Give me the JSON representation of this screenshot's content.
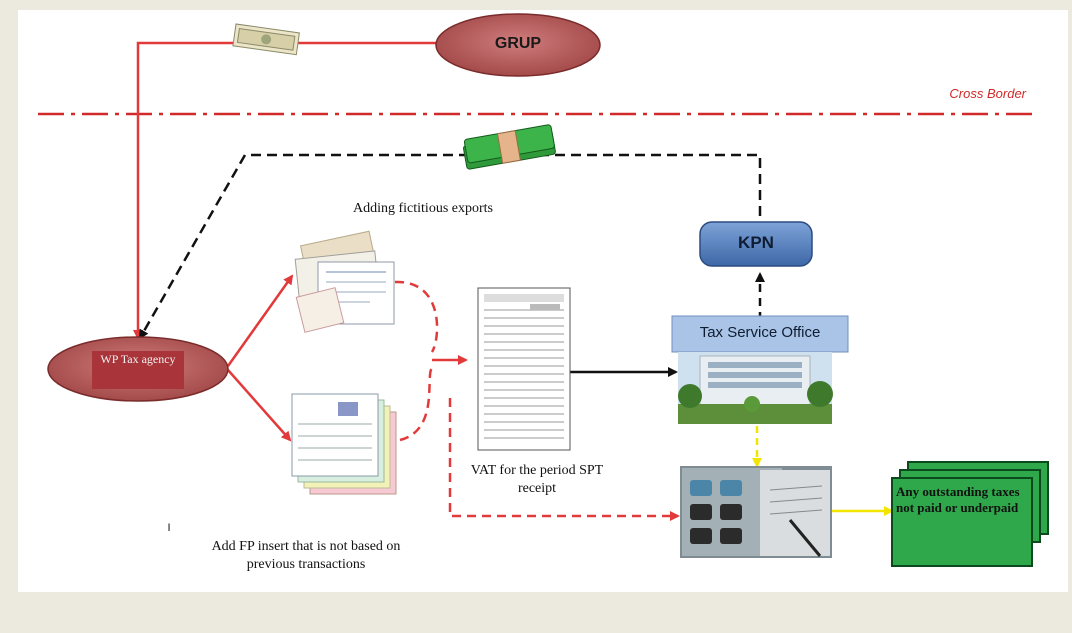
{
  "nodes": {
    "grup": "GRUP",
    "kpn": "KPN",
    "wp_agency": "WP Tax agency",
    "tax_service_office": "Tax Service Office",
    "outstanding": "Any outstanding taxes not paid or underpaid"
  },
  "labels": {
    "cross_border": "Cross Border",
    "fictitious_exports": "Adding fictitious exports",
    "vat_receipt": "VAT for the period SPT receipt",
    "fp_insert": "Add FP insert that is not based on previous transactions",
    "cursor_mark": "I"
  },
  "icons": {
    "grup_money": "cash-bundle-icon",
    "kpn_money": "green-cash-bundle-icon",
    "invoices": "invoice-stack-icon",
    "forms": "carbon-form-stack-icon",
    "vat_form": "tax-return-form-icon",
    "office": "office-building-photo",
    "calculator": "calculator-photo"
  },
  "colors": {
    "red_flow": "#e23a3a",
    "black_flow": "#111111",
    "yellow_flow": "#f2e600",
    "ellipse_fill": "#b85a5a",
    "kpn_fill": "#5d86c4",
    "office_fill": "#a9c4e6",
    "outstanding_fill": "#2fa84b",
    "cross_border": "#cc2a2a"
  }
}
